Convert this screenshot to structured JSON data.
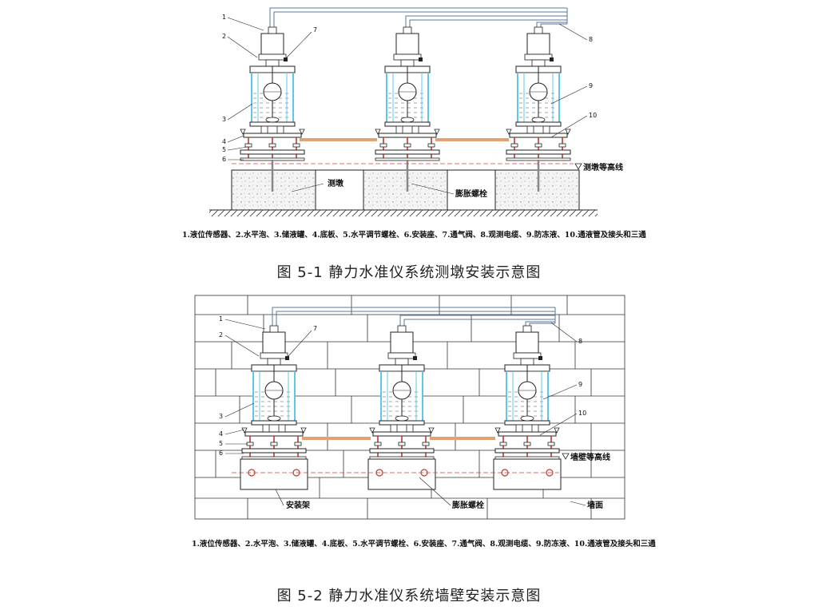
{
  "figure1": {
    "caption": "图 5-1  静力水准仪系统测墩安装示意图",
    "legend": "1.液位传感器、2.水平泡、3.储液罐、4.底板、5.水平调节螺栓、6.安装座、7.通气阀、8.观测电缆、9.防冻液、10.通液管及接头和三通",
    "label_pier": "测墩",
    "label_bolt": "膨胀螺栓",
    "label_level": "测墩等高线",
    "numbers": [
      "1",
      "2",
      "3",
      "4",
      "5",
      "6",
      "7",
      "8",
      "9",
      "10"
    ]
  },
  "figure2": {
    "caption": "图 5-2  静力水准仪系统墙壁安装示意图",
    "legend": "1.液位传感器、2.水平泡、3.储液罐、4.底板、5.水平调节螺栓、6.安装座、7.通气阀、8.观测电缆、9.防冻液、10.通液管及接头和三通",
    "label_bracket": "安装架",
    "label_bolt": "膨胀螺栓",
    "label_wall": "墙面",
    "label_level": "墙壁等高线",
    "numbers": [
      "1",
      "2",
      "3",
      "4",
      "5",
      "6",
      "7",
      "8",
      "9",
      "10"
    ]
  },
  "colors": {
    "line": "#222222",
    "cable": "#5a7a9a",
    "glass": "#5fc8e8",
    "tube": "#e3a070",
    "bolt": "#c0392b",
    "centerline": "#d04040"
  }
}
